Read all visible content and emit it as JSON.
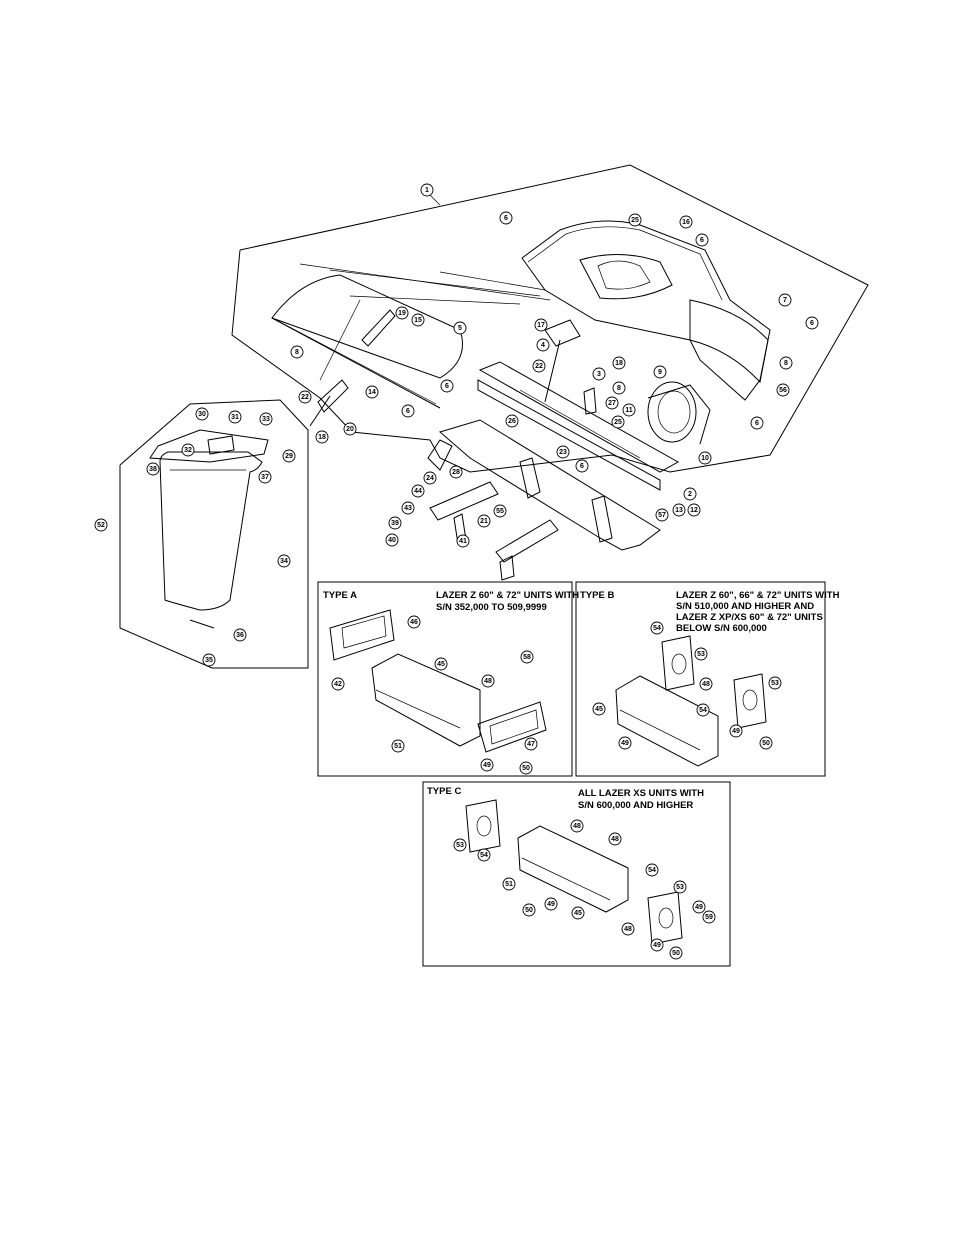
{
  "panels": {
    "type_a": {
      "title": "TYPE A",
      "note": [
        "LAZER Z 60\" & 72\" UNITS WITH",
        "S/N 352,000 TO 509,9999"
      ]
    },
    "type_b": {
      "title": "TYPE B",
      "note": [
        "LAZER Z 60\", 66\" & 72\" UNITS WITH",
        "S/N 510,000 AND HIGHER AND",
        "LAZER Z XP/XS 60\" & 72\" UNITS",
        "BELOW S/N 600,000"
      ]
    },
    "type_c": {
      "title": "TYPE C",
      "note": [
        "ALL LAZER XS UNITS WITH",
        "S/N 600,000 AND HIGHER"
      ]
    }
  },
  "callouts": [
    {
      "id": "c1",
      "text": "1"
    },
    {
      "id": "c6a",
      "text": "6"
    },
    {
      "id": "c25",
      "text": "25"
    },
    {
      "id": "c16",
      "text": "16"
    },
    {
      "id": "c6b",
      "text": "6"
    },
    {
      "id": "c7",
      "text": "7"
    },
    {
      "id": "c6c",
      "text": "6"
    },
    {
      "id": "c8a",
      "text": "8"
    },
    {
      "id": "c56",
      "text": "56"
    },
    {
      "id": "c6d",
      "text": "6"
    },
    {
      "id": "c10",
      "text": "10"
    },
    {
      "id": "c11",
      "text": "11"
    },
    {
      "id": "c9",
      "text": "9"
    },
    {
      "id": "c8b",
      "text": "8"
    },
    {
      "id": "c17",
      "text": "17"
    },
    {
      "id": "c4",
      "text": "4"
    },
    {
      "id": "c18a",
      "text": "18"
    },
    {
      "id": "c3",
      "text": "3"
    },
    {
      "id": "c22a",
      "text": "22"
    },
    {
      "id": "c27",
      "text": "27"
    },
    {
      "id": "c19",
      "text": "19"
    },
    {
      "id": "c15",
      "text": "15"
    },
    {
      "id": "c5",
      "text": "5"
    },
    {
      "id": "c8c",
      "text": "8"
    },
    {
      "id": "c6e",
      "text": "6"
    },
    {
      "id": "c14",
      "text": "14"
    },
    {
      "id": "c6f",
      "text": "6"
    },
    {
      "id": "c22b",
      "text": "22"
    },
    {
      "id": "c20",
      "text": "20"
    },
    {
      "id": "c18b",
      "text": "18"
    },
    {
      "id": "c26",
      "text": "26"
    },
    {
      "id": "c25b",
      "text": "25"
    },
    {
      "id": "c23",
      "text": "23"
    },
    {
      "id": "c6g",
      "text": "6"
    },
    {
      "id": "c2",
      "text": "2"
    },
    {
      "id": "c12",
      "text": "12"
    },
    {
      "id": "c13",
      "text": "13"
    },
    {
      "id": "c57",
      "text": "57"
    },
    {
      "id": "c24",
      "text": "24"
    },
    {
      "id": "c28",
      "text": "28"
    },
    {
      "id": "c44",
      "text": "44"
    },
    {
      "id": "c43",
      "text": "43"
    },
    {
      "id": "c55",
      "text": "55"
    },
    {
      "id": "c21",
      "text": "21"
    },
    {
      "id": "c39",
      "text": "39"
    },
    {
      "id": "c40",
      "text": "40"
    },
    {
      "id": "c41",
      "text": "41"
    },
    {
      "id": "c30",
      "text": "30"
    },
    {
      "id": "c31",
      "text": "31"
    },
    {
      "id": "c33",
      "text": "33"
    },
    {
      "id": "c32",
      "text": "32"
    },
    {
      "id": "c29",
      "text": "29"
    },
    {
      "id": "c38",
      "text": "38"
    },
    {
      "id": "c37",
      "text": "37"
    },
    {
      "id": "c52",
      "text": "52"
    },
    {
      "id": "c34",
      "text": "34"
    },
    {
      "id": "c36",
      "text": "36"
    },
    {
      "id": "c35",
      "text": "35"
    },
    {
      "id": "a46",
      "text": "46"
    },
    {
      "id": "a58",
      "text": "58"
    },
    {
      "id": "a45",
      "text": "45"
    },
    {
      "id": "a48",
      "text": "48"
    },
    {
      "id": "a42",
      "text": "42"
    },
    {
      "id": "a47",
      "text": "47"
    },
    {
      "id": "a51",
      "text": "51"
    },
    {
      "id": "a49",
      "text": "49"
    },
    {
      "id": "a50",
      "text": "50"
    },
    {
      "id": "b54",
      "text": "54"
    },
    {
      "id": "b53",
      "text": "53"
    },
    {
      "id": "b48",
      "text": "48"
    },
    {
      "id": "b53b",
      "text": "53"
    },
    {
      "id": "b45",
      "text": "45"
    },
    {
      "id": "b54b",
      "text": "54"
    },
    {
      "id": "b49",
      "text": "49"
    },
    {
      "id": "b50",
      "text": "50"
    },
    {
      "id": "b49b",
      "text": "49"
    },
    {
      "id": "t53",
      "text": "53"
    },
    {
      "id": "t48",
      "text": "48"
    },
    {
      "id": "t54",
      "text": "54"
    },
    {
      "id": "t48b",
      "text": "48"
    },
    {
      "id": "t51",
      "text": "51"
    },
    {
      "id": "t50",
      "text": "50"
    },
    {
      "id": "t49",
      "text": "49"
    },
    {
      "id": "t45",
      "text": "45"
    },
    {
      "id": "t54b",
      "text": "54"
    },
    {
      "id": "t53b",
      "text": "53"
    },
    {
      "id": "t49b",
      "text": "49"
    },
    {
      "id": "t59",
      "text": "59"
    },
    {
      "id": "t48c",
      "text": "48"
    },
    {
      "id": "t49c",
      "text": "49"
    },
    {
      "id": "t50b",
      "text": "50"
    }
  ]
}
